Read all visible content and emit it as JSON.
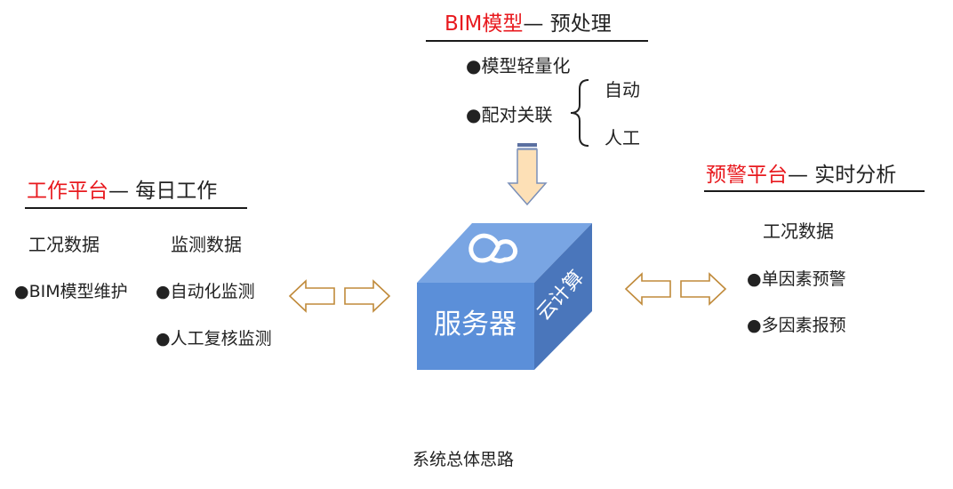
{
  "top": {
    "title_red": "BIM模型",
    "title_rest": "— 预处理",
    "items": [
      "●模型轻量化",
      "●配对关联"
    ],
    "branch": [
      "自动",
      "人工"
    ]
  },
  "left": {
    "title_red": "工作平台",
    "title_rest": "— 每日工作",
    "col1_header": "工况数据",
    "col1_items": [
      "●BIM模型维护"
    ],
    "col2_header": "监测数据",
    "col2_items": [
      "●自动化监测",
      "●人工复核监测"
    ]
  },
  "right": {
    "title_red": "预警平台",
    "title_rest": "— 实时分析",
    "header": "工况数据",
    "items": [
      "●单因素预警",
      "●多因素报预"
    ]
  },
  "server": {
    "front_label": "服务器",
    "side_label": "云计算",
    "top_icon": "cloud-icon"
  },
  "caption": "系统总体思路",
  "colors": {
    "accent_red": "#e8191e",
    "cube_front": "#5b8fd9",
    "cube_top": "#79a5e3",
    "cube_side": "#4a76bb",
    "arrow_outline": "#c08a3a",
    "down_arrow_fill": "#fde0b6",
    "down_arrow_stroke": "#7a8fb8"
  }
}
